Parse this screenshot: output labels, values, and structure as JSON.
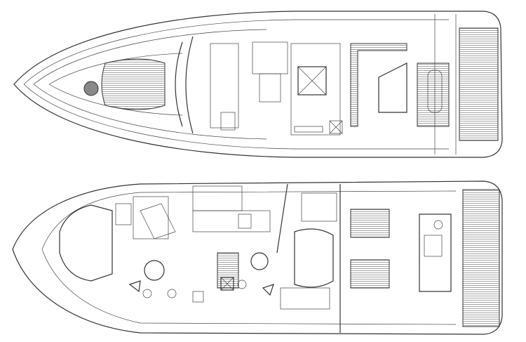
{
  "diagram": {
    "kind": "boat deck plan",
    "views": [
      "upper-deck-plan",
      "lower-deck-plan"
    ],
    "colors": {
      "line": "#333333",
      "background": "#ffffff"
    }
  }
}
